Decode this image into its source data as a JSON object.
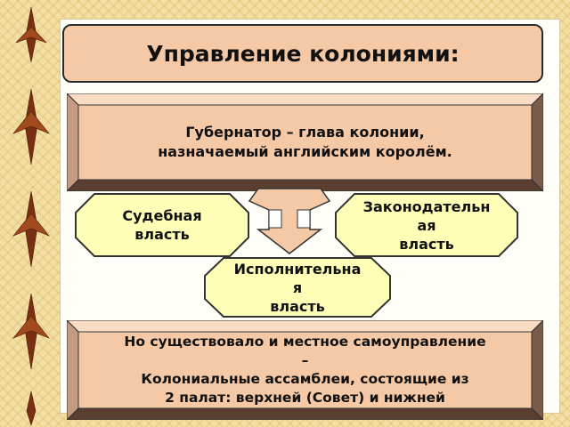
{
  "title": "Управление колониями:",
  "governor": {
    "line1": "Губернатор – глава колонии,",
    "line2": "назначаемый английским королём."
  },
  "branches": {
    "judicial": {
      "line1": "Судебная",
      "line2": "власть"
    },
    "legislative": {
      "line1": "Законодательн",
      "line2": "ая",
      "line3": "власть"
    },
    "executive": {
      "line1": "Исполнительна",
      "line2": "я",
      "line3": "власть"
    }
  },
  "local": {
    "line1": "Но существовало и местное самоуправление",
    "line2": "–",
    "line3": "Колониальные ассамблеи, состоящие из",
    "line4": "2 палат: верхней (Совет) и нижней"
  },
  "colors": {
    "title_fill": "#f6c9a6",
    "bevel_face": "#f6c9a6",
    "octagon_fill": "#ffffb8",
    "arrow_fill": "#f6c9a6",
    "ornament": "#7a2e12"
  }
}
